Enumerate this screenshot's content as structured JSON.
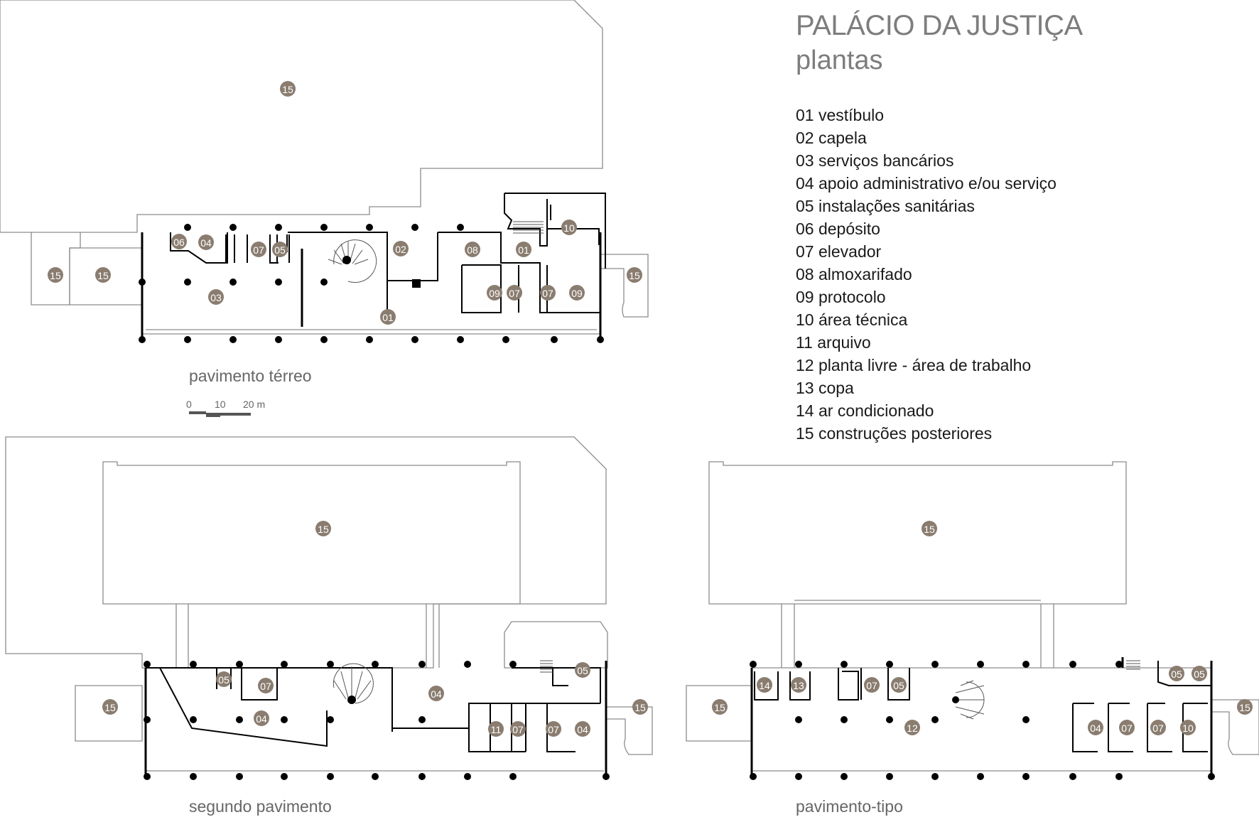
{
  "title": "PALÁCIO DA JUSTIÇA",
  "subtitle": "plantas",
  "legend": [
    "01 vestíbulo",
    "02 capela",
    "03 serviços bancários",
    "04 apoio administrativo e/ou serviço",
    "05 instalações sanitárias",
    "06 depósito",
    "07 elevador",
    "08 almoxarifado",
    "09 protocolo",
    "10 área técnica",
    "11 arquivo",
    "12 planta livre - área de trabalho",
    "13 copa",
    "14 ar condicionado",
    "15 construções posteriores"
  ],
  "plans": {
    "ground": {
      "label": "pavimento térreo",
      "tags": [
        "15",
        "15",
        "15",
        "15",
        "06",
        "04",
        "07",
        "05",
        "02",
        "08",
        "01",
        "10",
        "03",
        "09",
        "07",
        "07",
        "09",
        "01"
      ]
    },
    "second": {
      "label": "segundo pavimento",
      "tags": [
        "15",
        "15",
        "15",
        "05",
        "07",
        "05",
        "04",
        "04",
        "11",
        "07",
        "07",
        "04"
      ]
    },
    "typical": {
      "label": "pavimento-tipo",
      "tags": [
        "15",
        "15",
        "15",
        "14",
        "13",
        "07",
        "05",
        "05",
        "05",
        "12",
        "04",
        "07",
        "07",
        "10"
      ]
    }
  },
  "scale": {
    "ticks": [
      "0",
      "10",
      "20 m"
    ]
  },
  "colors": {
    "tag_fill": "#8a7d70",
    "title": "#7d7d7d",
    "thin_line": "#8c8c8c",
    "wall": "#000000"
  }
}
